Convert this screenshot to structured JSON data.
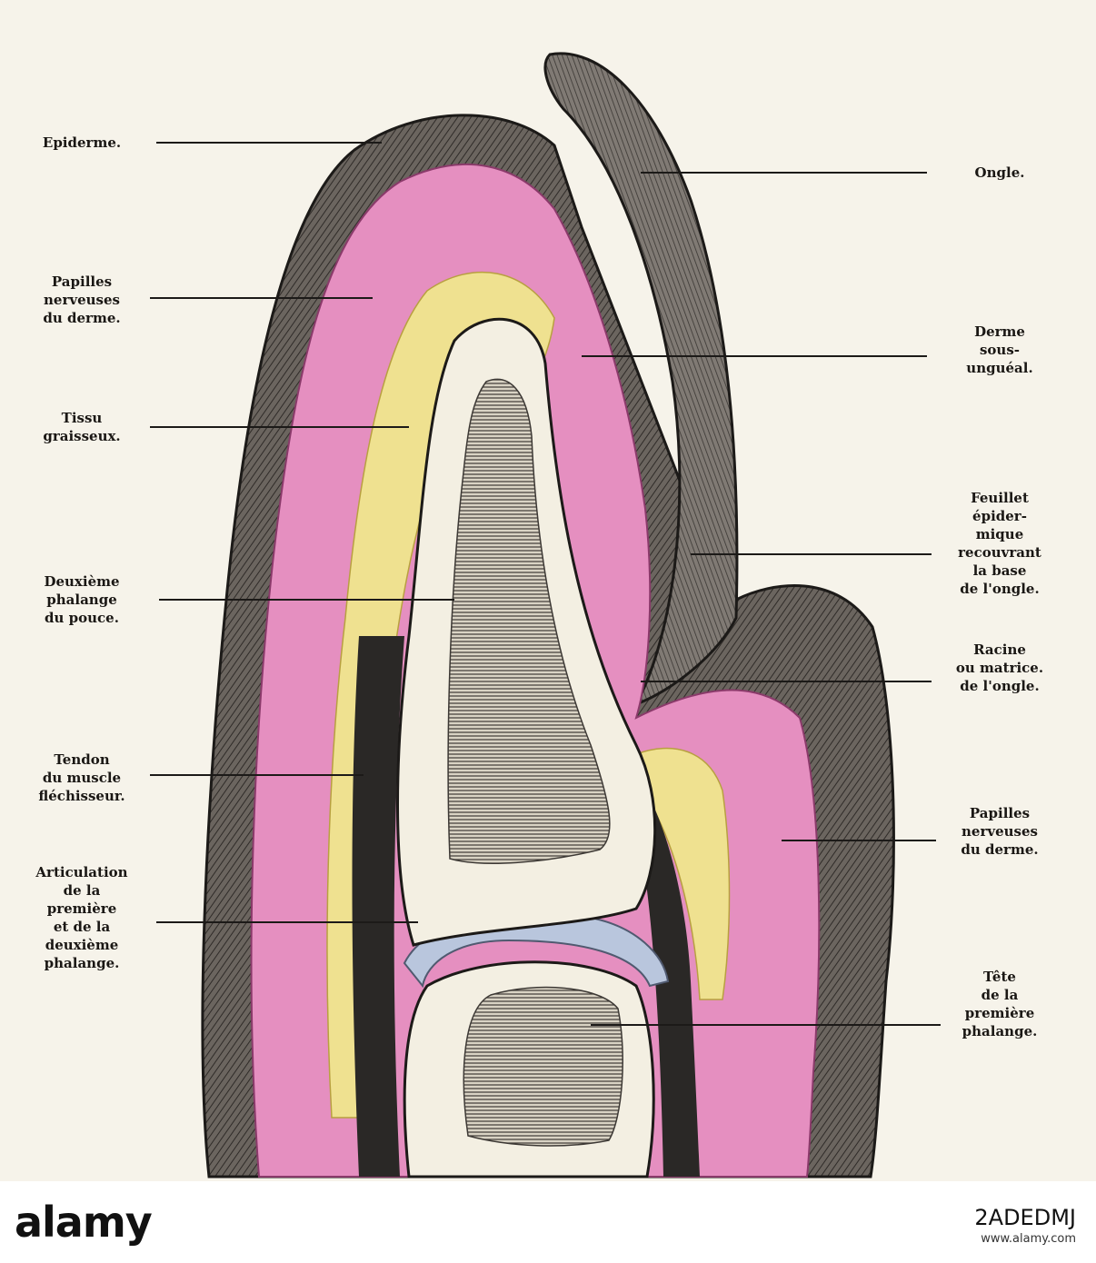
{
  "labels_left": [
    {
      "id": "epiderme",
      "text": "Epiderme."
    },
    {
      "id": "papilles-left",
      "text": "Papilles\nnerveuses\ndu derme."
    },
    {
      "id": "tissu",
      "text": "Tissu\ngraisseux."
    },
    {
      "id": "deuxieme-phalange",
      "text": "Deuxième\nphalange\ndu pouce."
    },
    {
      "id": "tendon",
      "text": "Tendon\ndu muscle\nfléchisseur."
    },
    {
      "id": "articulation",
      "text": "Articulation\nde la\npremière\net de la\ndeuxième\nphalange."
    }
  ],
  "labels_right": [
    {
      "id": "ongle",
      "text": "Ongle."
    },
    {
      "id": "derme-sous",
      "text": "Derme\nsous-\nunguéal."
    },
    {
      "id": "feuillet",
      "text": "Feuillet\népider-\nmique\nrecouvrant\nla base\nde l'ongle."
    },
    {
      "id": "racine",
      "text": "Racine\nou matrice.\nde l'ongle."
    },
    {
      "id": "papilles-right",
      "text": "Papilles\nnerveuses\ndu derme."
    },
    {
      "id": "tete",
      "text": "Tête\nde la\npremière\nphalange."
    }
  ],
  "colors": {
    "epidermis": "#5f5a55",
    "dermis": "#e58fc0",
    "fat": "#efe190",
    "bone": "#f3efe2",
    "marrow": "#4a4540",
    "tendon": "#2a2826",
    "cartilage": "#b9c6dd"
  },
  "footer": {
    "logo": "alamy",
    "image_id": "2ADEDMJ",
    "url": "www.alamy.com"
  }
}
